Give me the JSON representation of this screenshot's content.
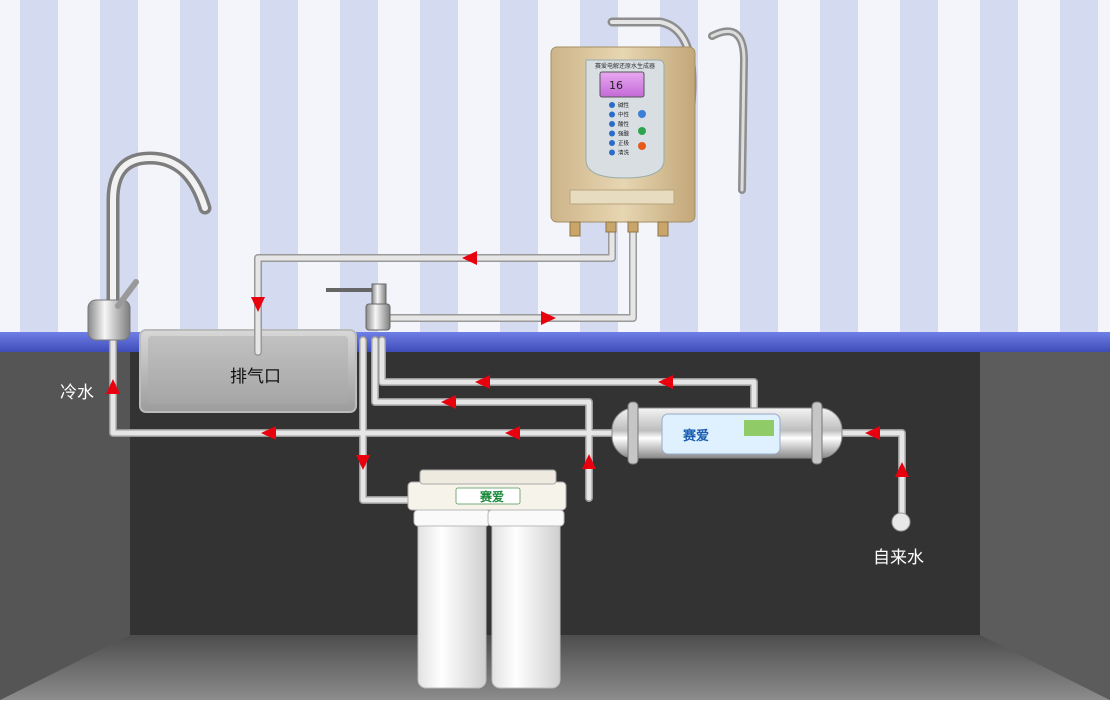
{
  "labels": {
    "vent": "排气口",
    "cold_water": "冷水",
    "tap_water": "自来水"
  },
  "ionizer": {
    "title": "赛爱电解还原水生成器",
    "display_value": "16",
    "menu": [
      "碱性",
      "中性",
      "酸性",
      "强酸",
      "正极",
      "清洗"
    ]
  },
  "filters": {
    "brand": "赛爱",
    "uf_brand": "赛爱"
  },
  "colors": {
    "arrow": "#e8000f",
    "counter_blue": "#4a5ad0",
    "cabinet": "#333333"
  }
}
